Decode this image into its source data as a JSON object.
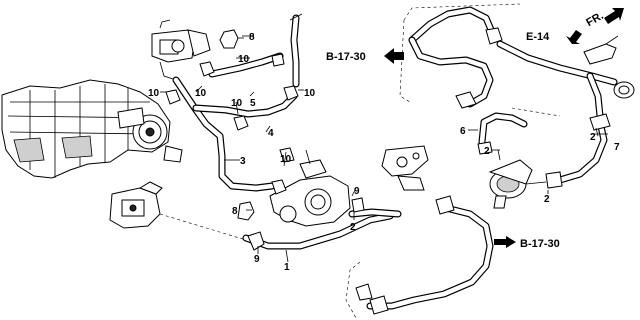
{
  "callouts": {
    "c1": "1",
    "c2a": "2",
    "c2b": "2",
    "c2c": "2",
    "c2d": "2",
    "c3": "3",
    "c4": "4",
    "c5": "5",
    "c6": "6",
    "c7": "7",
    "c8a": "8",
    "c8b": "8",
    "c9a": "9",
    "c9b": "9",
    "c10a": "10",
    "c10b": "10",
    "c10c": "10",
    "c10d": "10",
    "c10e": "10",
    "c10f": "10"
  },
  "references": {
    "b1730_top": "B-17-30",
    "b1730_bottom": "B-17-30",
    "e14": "E-14",
    "fr": "FR."
  }
}
